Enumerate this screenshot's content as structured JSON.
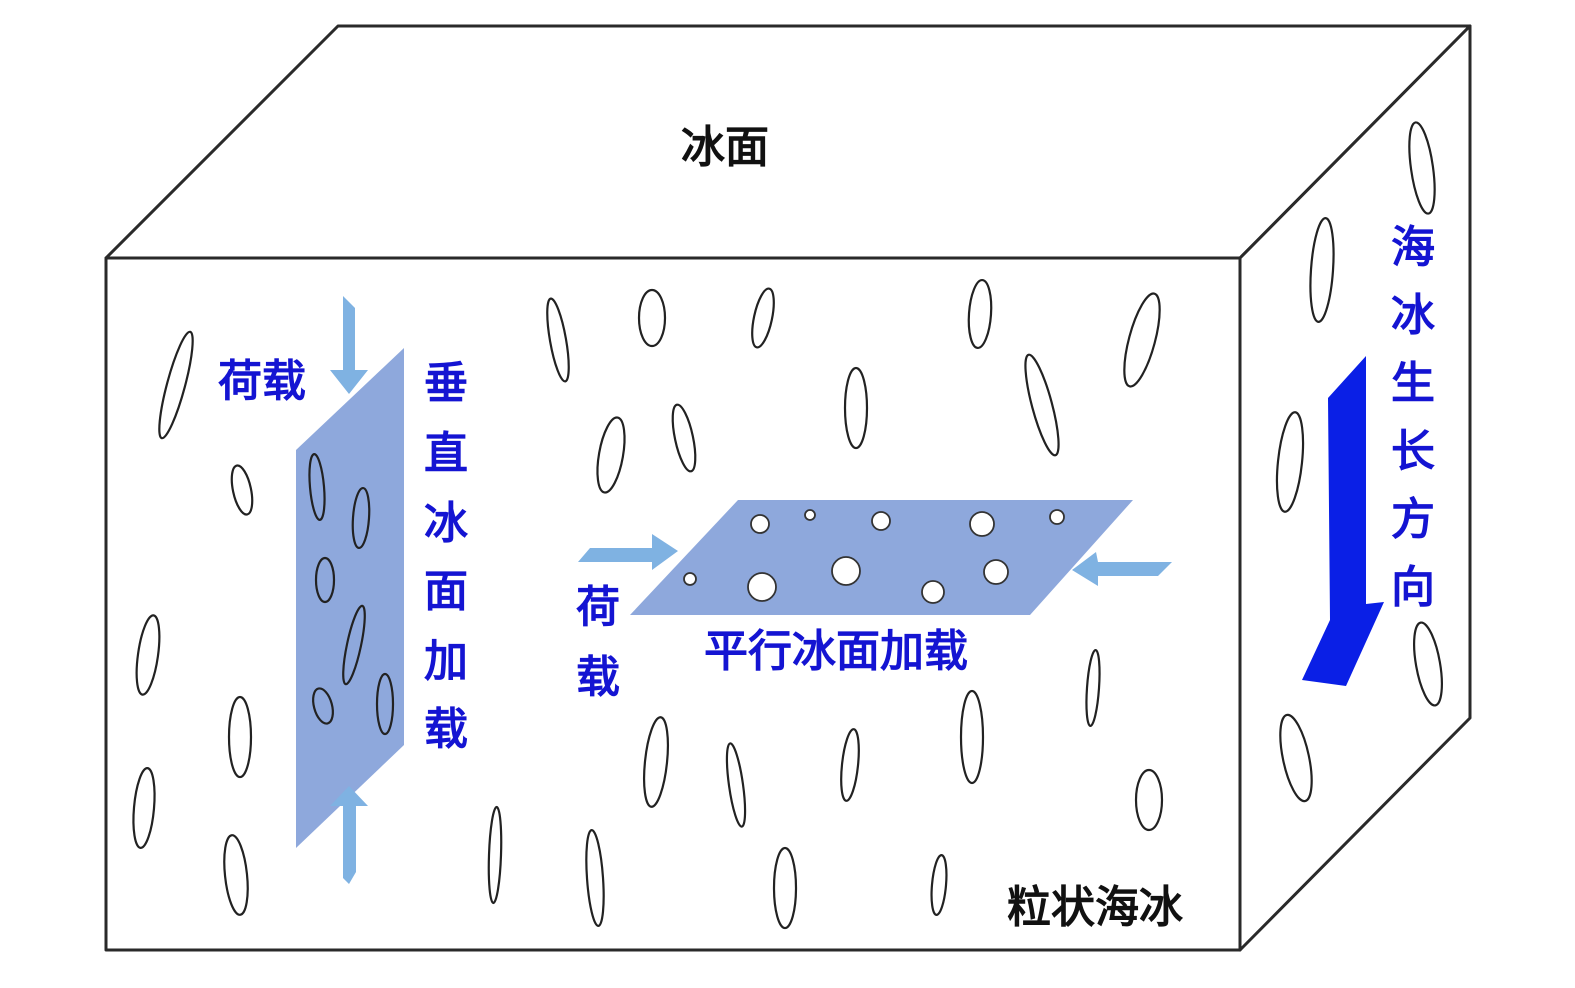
{
  "labels": {
    "ice_surface": "冰面",
    "granular_ice": "粒状海冰",
    "load_left": "荷载",
    "load_right_1": "荷",
    "load_right_2": "载",
    "vertical_loading": [
      "垂",
      "直",
      "冰",
      "面",
      "加",
      "载"
    ],
    "parallel_loading": "平行冰面加载",
    "growth_direction": [
      "海",
      "冰",
      "生",
      "长",
      "方",
      "向"
    ]
  },
  "colors": {
    "label_blue": "#1414d2",
    "plane_fill": "#8ea8dc",
    "arrow_light": "#7fb2e2",
    "arrow_dark": "#0a1fe6",
    "outline": "#2a2a2a"
  }
}
